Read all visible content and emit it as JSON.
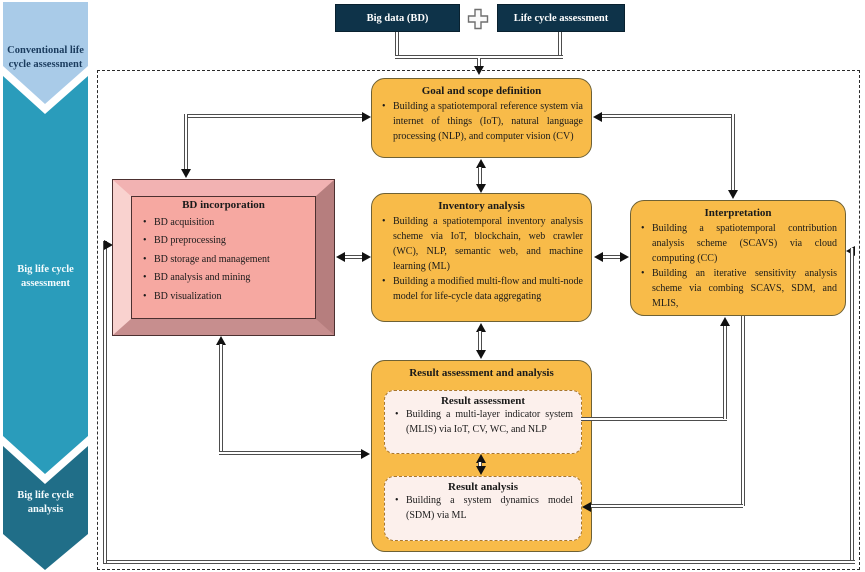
{
  "colors": {
    "navy": "#0e3349",
    "orange": "#f8bb49",
    "orange_border": "#6e6135",
    "inner_result_bg": "#fcf0ec",
    "bd_inner_pink": "#f6a8a1",
    "light_blue": "#a9cbe8",
    "teal": "#2a9cbb",
    "dark_teal": "#206e88"
  },
  "banners": {
    "conventional": "Conventional life cycle assessment",
    "big_assessment": "Big life cycle assessment",
    "big_analysis": "Big life cycle analysis"
  },
  "header": {
    "big_data": "Big data (BD)",
    "plus_icon": "plus",
    "lca": "Life cycle assessment"
  },
  "boxes": {
    "goal": {
      "title": "Goal and scope definition",
      "bullets": [
        "Building a spatiotemporal reference system via internet of things (IoT), natural language processing (NLP), and computer vision (CV)"
      ]
    },
    "inventory": {
      "title": "Inventory analysis",
      "bullets": [
        "Building a spatiotemporal inventory analysis scheme via IoT, blockchain, web crawler (WC), NLP, semantic web, and machine learning (ML)",
        "Building a modified multi-flow and multi-node model for life-cycle data aggregating"
      ]
    },
    "interpretation": {
      "title": "Interpretation",
      "bullets": [
        "Building a spatiotemporal contribution analysis scheme (SCAVS) via cloud computing (CC)",
        "Building an iterative sensitivity analysis scheme via combing SCAVS, SDM, and MLIS,"
      ]
    },
    "bd_incorporation": {
      "title": "BD incorporation",
      "bullets": [
        "BD acquisition",
        "BD preprocessing",
        "BD storage and management",
        "BD analysis and mining",
        "BD visualization"
      ]
    },
    "result_outer": {
      "title": "Result assessment and analysis"
    },
    "result_assessment": {
      "title": "Result assessment",
      "bullets": [
        "Building a multi-layer indicator system (MLIS) via IoT, CV, WC, and NLP"
      ]
    },
    "result_analysis": {
      "title": "Result analysis",
      "bullets": [
        "Building a system dynamics model (SDM) via ML"
      ]
    }
  }
}
